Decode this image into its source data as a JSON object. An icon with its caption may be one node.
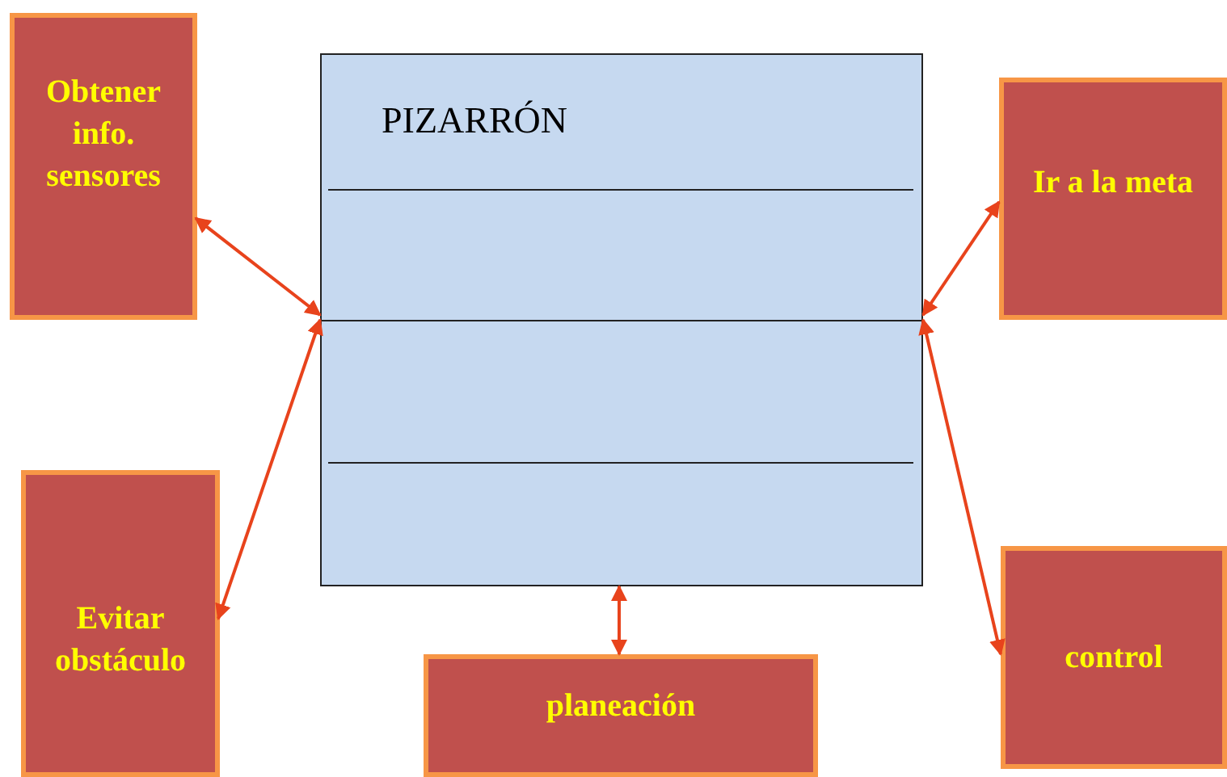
{
  "diagram": {
    "nodes": [
      {
        "text": [
          "Obtener info. sensores"
        ]
      },
      {
        "text": [
          "PIZARRÓN"
        ]
      },
      {
        "text": [
          "Ir a la meta"
        ]
      },
      {
        "text": [
          "Evitar obstáculo"
        ]
      },
      {
        "text": [
          "control"
        ]
      },
      {
        "text": [
          "planeación"
        ]
      }
    ],
    "edges": [
      {
        "from": 0,
        "to": 1,
        "arrow": "both"
      },
      {
        "from": 3,
        "to": 1,
        "arrow": "both"
      },
      {
        "from": 2,
        "to": 1,
        "arrow": "both"
      },
      {
        "from": 4,
        "to": 1,
        "arrow": "both"
      },
      {
        "from": 5,
        "to": 1,
        "arrow": "both"
      }
    ]
  }
}
